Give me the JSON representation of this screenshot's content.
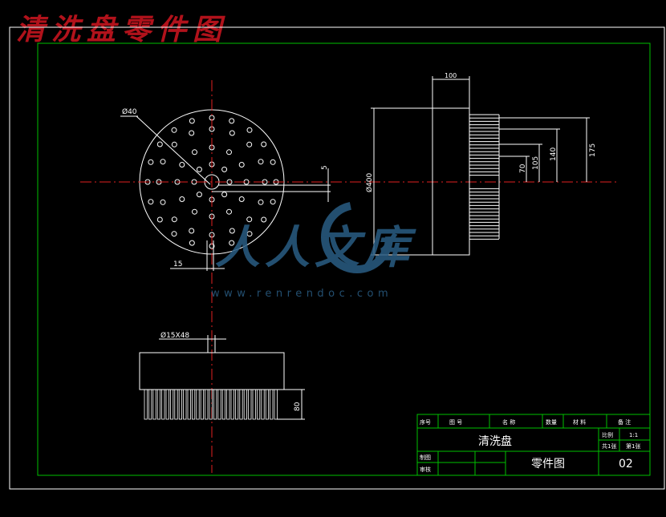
{
  "page_title": "清洗盘零件图",
  "watermark": {
    "brand": "人人文库",
    "url": "www.renrendoc.com"
  },
  "dimensions": {
    "hole_dia": "Ø40",
    "offset_5": "5",
    "offset_15": "15",
    "width_100": "100",
    "dia_400": "Ø400",
    "h_70": "70",
    "h_105": "105",
    "h_140": "140",
    "h_175": "175",
    "bristle": "Ø15X48",
    "h_80": "80"
  },
  "title_block": {
    "headers": [
      "序号",
      "图 号",
      "名 称",
      "数量",
      "材 料",
      "备 注"
    ],
    "part_name": "清洗盘",
    "drawing_type": "零件图",
    "drawing_no": "02",
    "scale_label": "比例",
    "scale_value": "1:1",
    "sheet_label": "共1张",
    "sheet_value": "第1张",
    "drawn_by": "制图",
    "checked_by": "审核"
  },
  "colors": {
    "title": "#b1121b",
    "border": "#00c000",
    "line": "#ffffff",
    "center": "#e02020",
    "watermark": "#2a5d84"
  }
}
